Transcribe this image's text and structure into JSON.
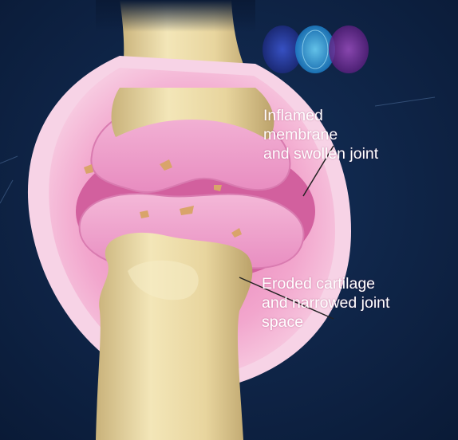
{
  "labels": {
    "inflamed": [
      "Inflamed",
      "membrane",
      "and swollen joint"
    ],
    "eroded": [
      "Eroded cartilage",
      "and narrowed joint",
      "space"
    ]
  },
  "colors": {
    "background": "#0b1e3d",
    "bone": "#eadba6",
    "membrane": "#f3a9cf",
    "cartilage": "#e98ac0",
    "cavity": "#d2609e",
    "label_text": "#ffffff"
  },
  "logo": {
    "name": "three-circle-logo",
    "circle_colors": [
      "#2a3fa8",
      "#3ab6f0",
      "#7b2f9e"
    ]
  }
}
